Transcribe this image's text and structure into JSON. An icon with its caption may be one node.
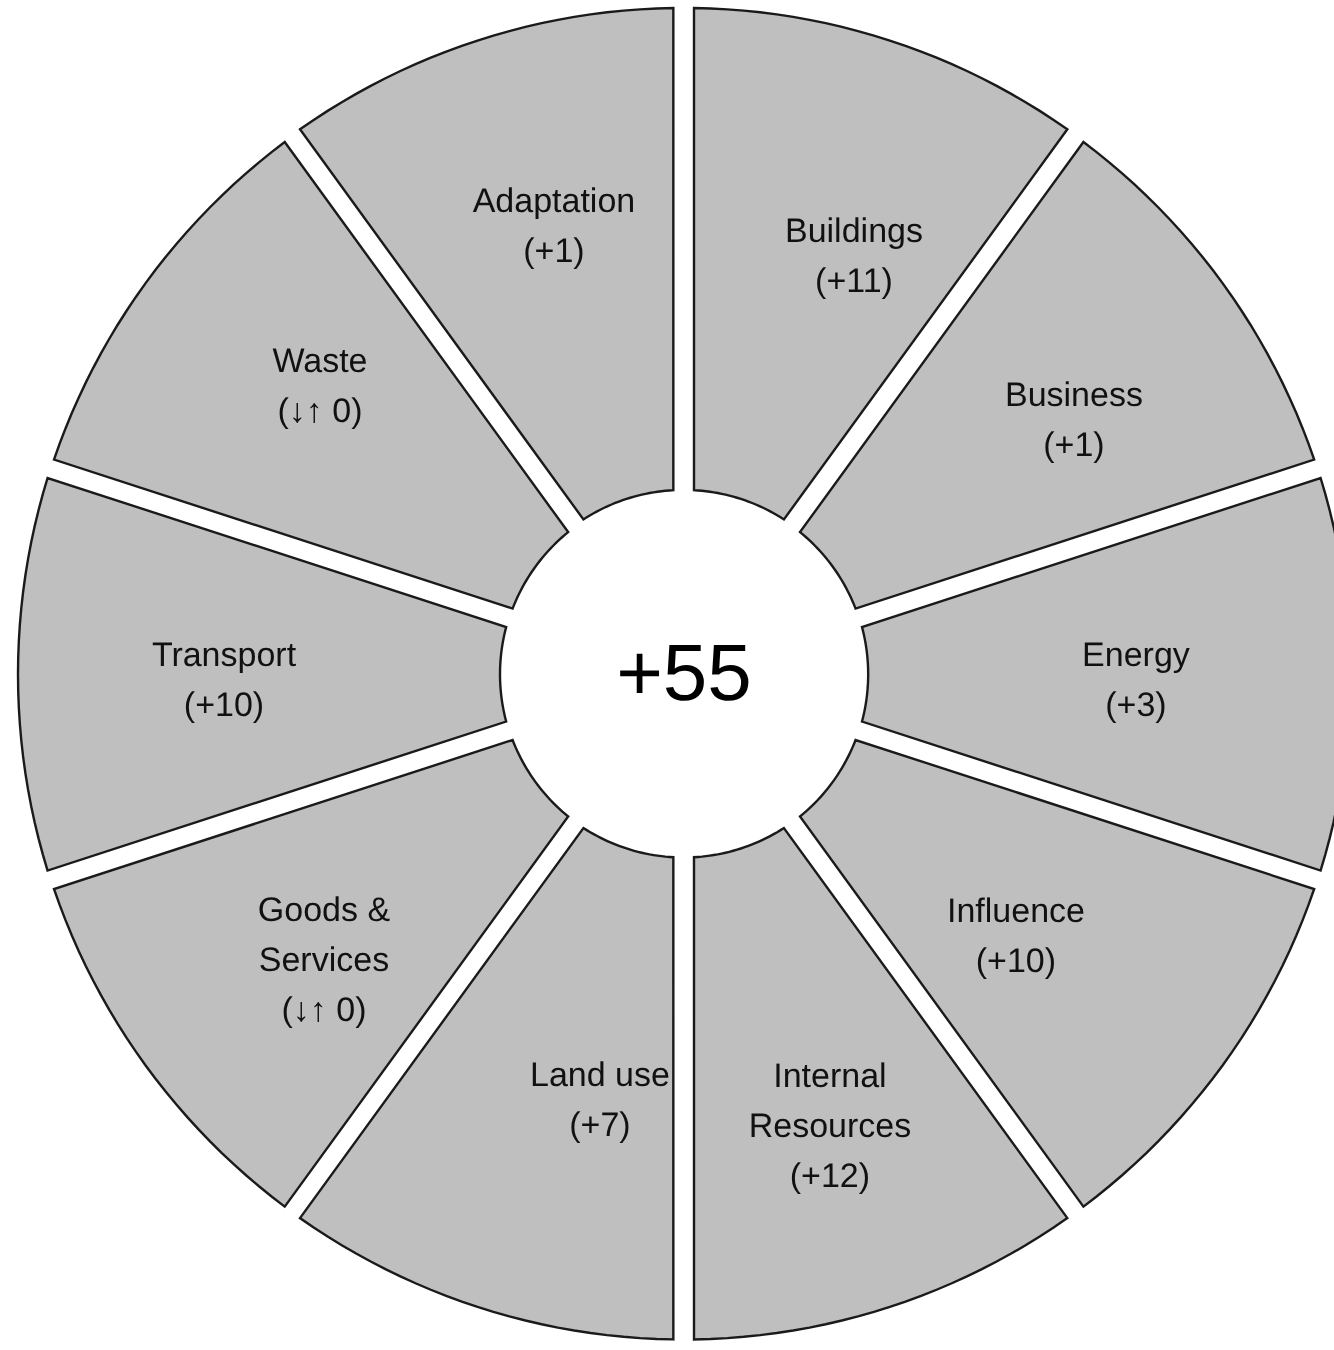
{
  "diagram": {
    "nodes": [
      {
        "text": [
          "+55"
        ]
      },
      {
        "text": [
          "Buildings (+11)"
        ]
      },
      {
        "text": [
          "Business (+1)"
        ]
      },
      {
        "text": [
          "Energy (+3)"
        ]
      },
      {
        "text": [
          "Influence (+10)"
        ]
      },
      {
        "text": [
          "Internal Resources (+12)"
        ]
      },
      {
        "text": [
          "Land use (+7)"
        ]
      },
      {
        "text": [
          "Goods & Services (↓↑ 0)"
        ]
      },
      {
        "text": [
          "Transport (+10)"
        ]
      },
      {
        "text": [
          "Waste (↓↑ 0)"
        ]
      },
      {
        "text": [
          "Adaptation (+1)"
        ]
      }
    ]
  }
}
